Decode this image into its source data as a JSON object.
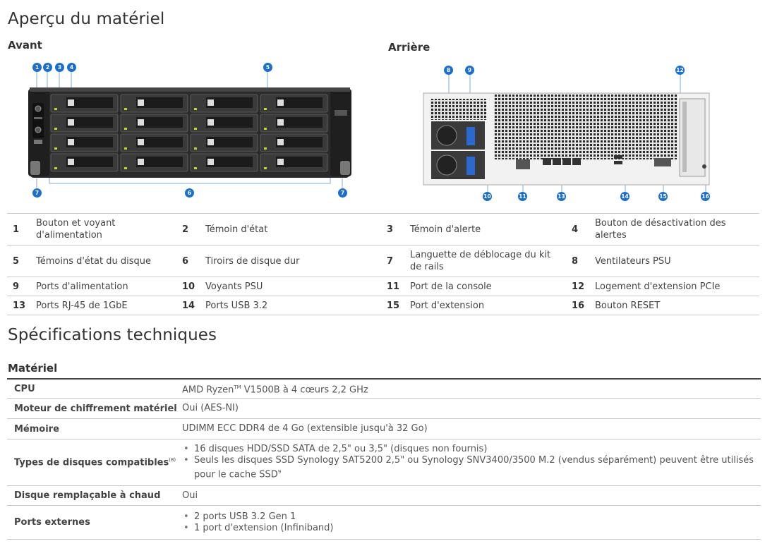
{
  "title": "Aperçu du matériel",
  "front": {
    "label": "Avant",
    "callouts": [
      "1",
      "2",
      "3",
      "4",
      "5",
      "6",
      "7",
      "7"
    ]
  },
  "rear": {
    "label": "Arrière",
    "callouts": [
      "8",
      "9",
      "12",
      "10",
      "11",
      "13",
      "14",
      "15",
      "16"
    ]
  },
  "legend": [
    [
      {
        "n": "1",
        "t": "Bouton et voyant d'alimentation"
      },
      {
        "n": "2",
        "t": "Témoin d'état"
      },
      {
        "n": "3",
        "t": "Témoin d'alerte"
      },
      {
        "n": "4",
        "t": "Bouton de désactivation des alertes"
      }
    ],
    [
      {
        "n": "5",
        "t": "Témoins d'état du disque"
      },
      {
        "n": "6",
        "t": "Tiroirs de disque dur"
      },
      {
        "n": "7",
        "t": "Languette de déblocage du kit de rails"
      },
      {
        "n": "8",
        "t": "Ventilateurs PSU"
      }
    ],
    [
      {
        "n": "9",
        "t": "Ports d'alimentation"
      },
      {
        "n": "10",
        "t": "Voyants PSU"
      },
      {
        "n": "11",
        "t": "Port de la console"
      },
      {
        "n": "12",
        "t": "Logement d'extension PCIe"
      }
    ],
    [
      {
        "n": "13",
        "t": "Ports RJ-45 de 1GbE"
      },
      {
        "n": "14",
        "t": "Ports USB 3.2"
      },
      {
        "n": "15",
        "t": "Port d'extension"
      },
      {
        "n": "16",
        "t": "Bouton RESET"
      }
    ]
  ],
  "specs_title": "Spécifications techniques",
  "section": "Matériel",
  "specs": {
    "cpu": {
      "label": "CPU",
      "value_a": "AMD Ryzen",
      "value_tm": "TM",
      "value_b": " V1500B à 4 cœurs 2,2 GHz"
    },
    "crypto": {
      "label": "Moteur de chiffrement matériel",
      "value": "Oui (AES-NI)"
    },
    "memory": {
      "label": "Mémoire",
      "value": "UDIMM ECC DDR4 de 4 Go (extensible jusqu'à 32 Go)"
    },
    "drives": {
      "label": "Types de disques compatibles",
      "label_sup": "(8)",
      "item1": "16 disques HDD/SSD SATA de 2,5\" ou 3,5\" (disques non fournis)",
      "item2": "Seuls les disques SSD Synology SAT5200 2,5\" ou Synology SNV3400/3500 M.2 (vendus séparément) peuvent être utilisés pour le cache SSD",
      "item2_sup": "9"
    },
    "hotswap": {
      "label": "Disque remplaçable à chaud",
      "value": "Oui"
    },
    "ports": {
      "label": "Ports externes",
      "item1": "2 ports USB 3.2 Gen 1",
      "item2": "1 port d'extension (Infiniband)"
    }
  }
}
